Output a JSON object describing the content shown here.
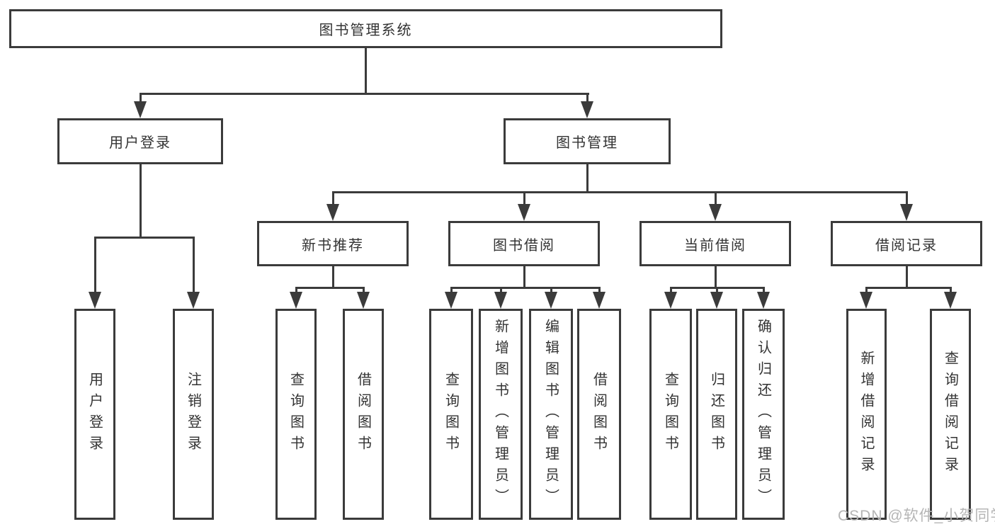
{
  "tree": {
    "root": {
      "label": "图书管理系统"
    },
    "branches": [
      {
        "label": "用户登录",
        "children": [
          {
            "label": "用户登录"
          },
          {
            "label": "注销登录"
          }
        ]
      },
      {
        "label": "图书管理",
        "children": [
          {
            "label": "新书推荐",
            "children": [
              {
                "label": "查询图书"
              },
              {
                "label": "借阅图书"
              }
            ]
          },
          {
            "label": "图书借阅",
            "children": [
              {
                "label": "查询图书"
              },
              {
                "label": "新增图书（管理员）"
              },
              {
                "label": "编辑图书（管理员）"
              },
              {
                "label": "借阅图书"
              }
            ]
          },
          {
            "label": "当前借阅",
            "children": [
              {
                "label": "查询图书"
              },
              {
                "label": "归还图书"
              },
              {
                "label": "确认归还（管理员）"
              }
            ]
          },
          {
            "label": "借阅记录",
            "children": [
              {
                "label": "新增借阅记录"
              },
              {
                "label": "查询借阅记录"
              }
            ]
          }
        ]
      }
    ]
  },
  "watermark": "CSDN @软件_小贺同学",
  "colors": {
    "line": "#3b3b3b",
    "box_border": "#3b3b3b",
    "text": "#333333",
    "watermark": "#b5b5b5",
    "background": "#ffffff"
  }
}
